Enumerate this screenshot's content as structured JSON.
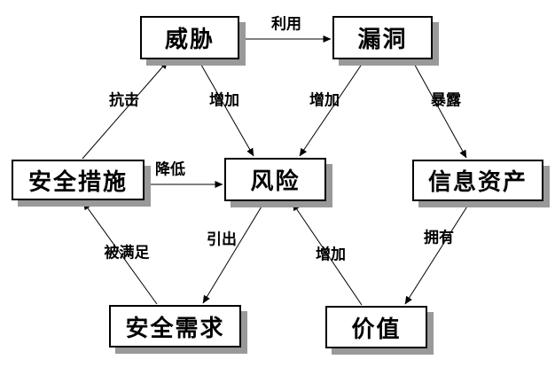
{
  "diagram": {
    "nodes": {
      "threat": {
        "label": "威胁"
      },
      "vulnerability": {
        "label": "漏洞"
      },
      "safeguards": {
        "label": "安全措施"
      },
      "risk": {
        "label": "风险"
      },
      "assets": {
        "label": "信息资产"
      },
      "requirements": {
        "label": "安全需求"
      },
      "value": {
        "label": "价值"
      }
    },
    "edges": {
      "exploit": {
        "label": "利用",
        "from": "threat",
        "to": "vulnerability"
      },
      "resist": {
        "label": "抗击",
        "from": "safeguards",
        "to": "threat"
      },
      "threat_increase": {
        "label": "增加",
        "from": "threat",
        "to": "risk"
      },
      "vuln_increase": {
        "label": "增加",
        "from": "vulnerability",
        "to": "risk"
      },
      "expose": {
        "label": "暴露",
        "from": "vulnerability",
        "to": "assets"
      },
      "reduce": {
        "label": "降低",
        "from": "safeguards",
        "to": "risk"
      },
      "satisfied": {
        "label": "被满足",
        "from": "requirements",
        "to": "safeguards"
      },
      "derive": {
        "label": "引出",
        "from": "risk",
        "to": "requirements"
      },
      "value_increase": {
        "label": "增加",
        "from": "value",
        "to": "risk"
      },
      "own": {
        "label": "拥有",
        "from": "assets",
        "to": "value"
      }
    },
    "colors": {
      "border": "#000000",
      "shadow": "#999999",
      "background": "#ffffff",
      "line": "#000000"
    }
  }
}
